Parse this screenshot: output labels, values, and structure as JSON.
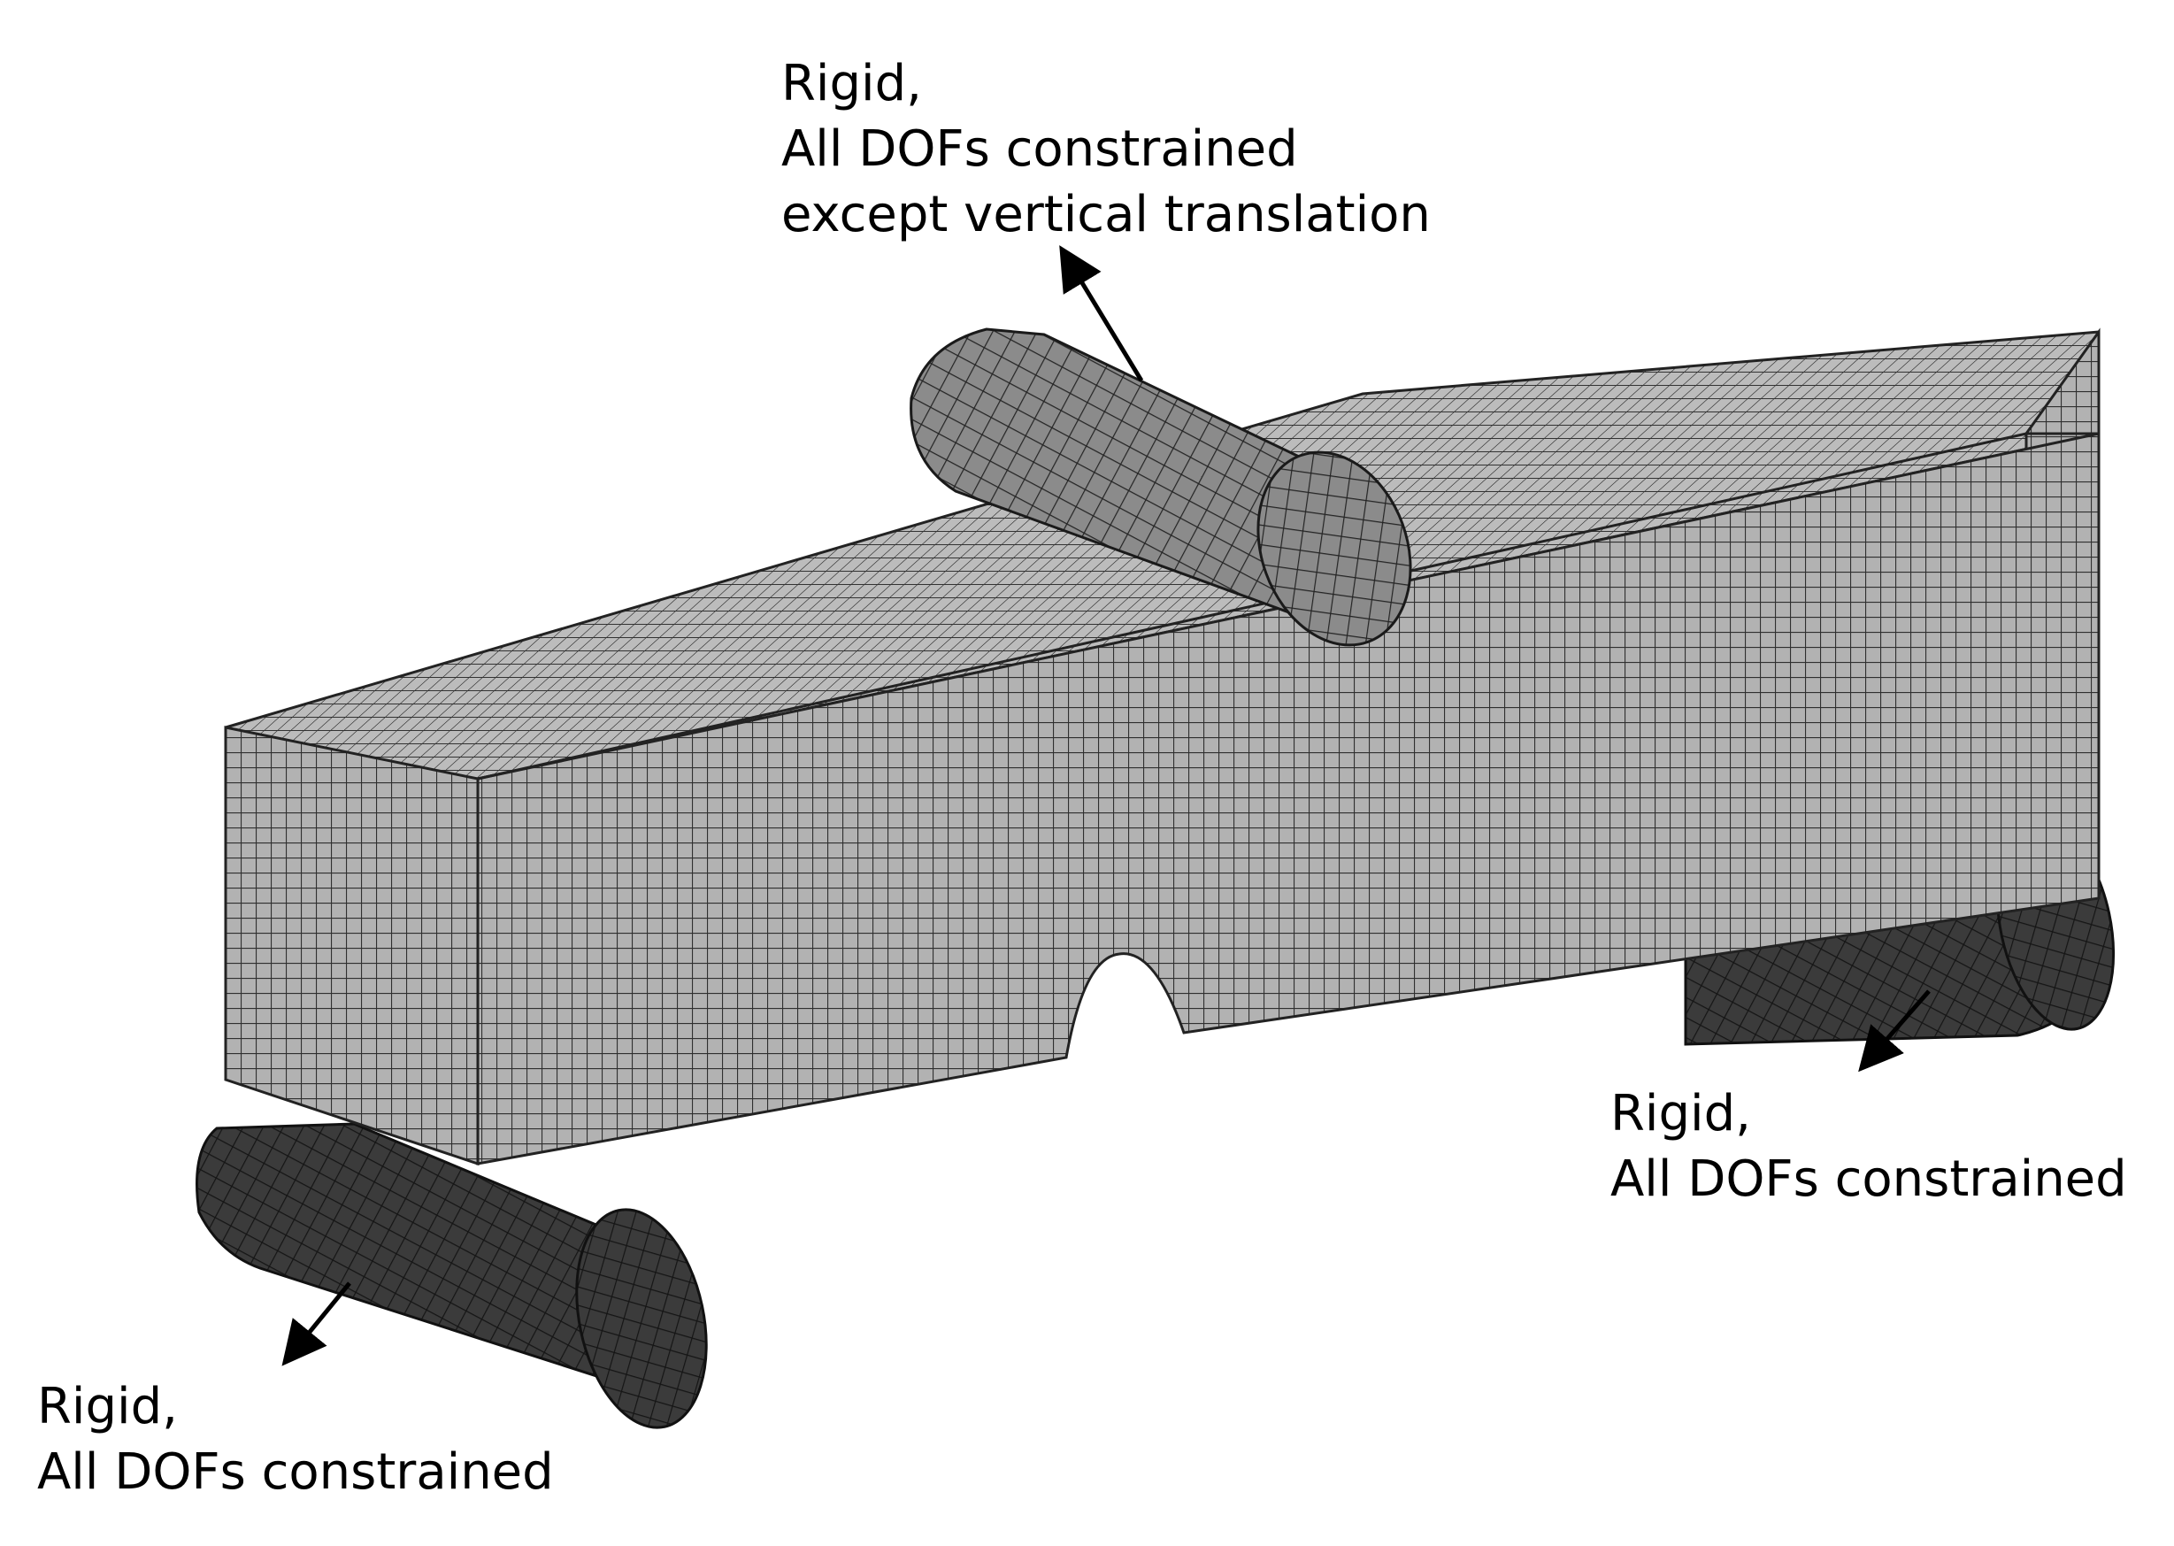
{
  "annotations": {
    "loading_roller": {
      "lines": [
        "Rigid,",
        "All DOFs constrained",
        "except vertical translation"
      ]
    },
    "right_support": {
      "lines": [
        "Rigid,",
        "All DOFs constrained"
      ]
    },
    "left_support": {
      "lines": [
        "Rigid,",
        "All DOFs constrained"
      ]
    }
  },
  "colors": {
    "beam_fill": "#b4b4b4",
    "beam_front": "#a9a9a9",
    "beam_top": "#bdbdbd",
    "mesh_line": "#2a2a2a",
    "loading_roller_fill": "#8a8a8a",
    "support_roller_fill": "#3a3a3a",
    "arrow": "#000000"
  }
}
